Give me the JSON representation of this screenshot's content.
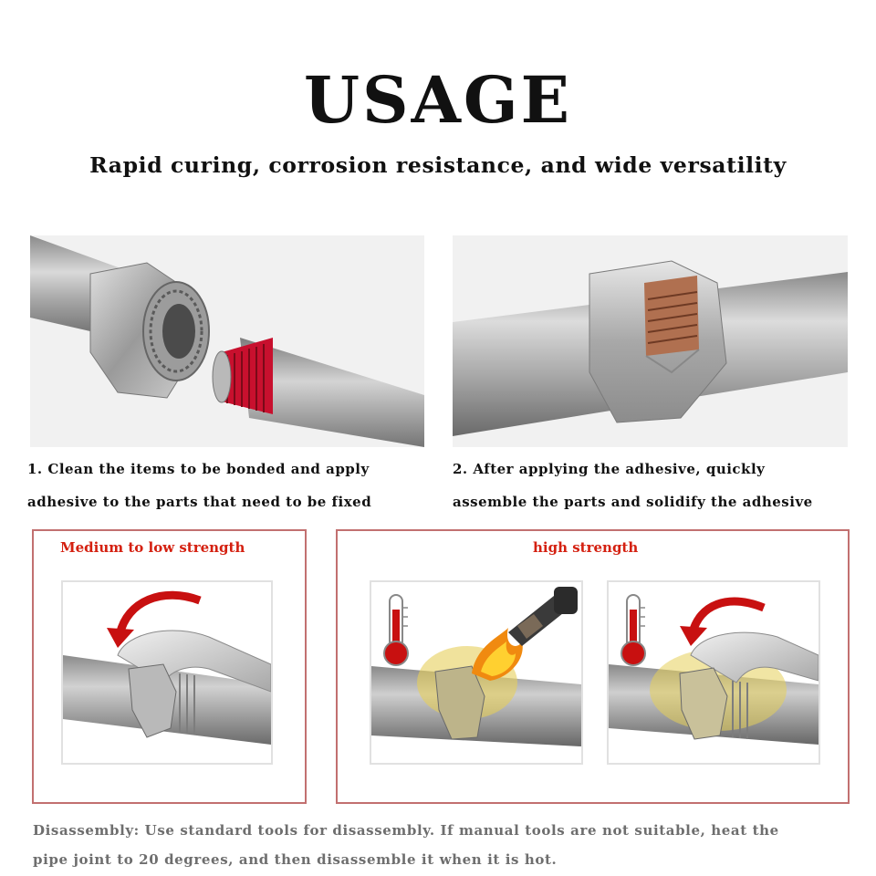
{
  "header": {
    "title": "USAGE",
    "subtitle": "Rapid curing, corrosion resistance, and wide versatility"
  },
  "steps": [
    {
      "line1": "1. Clean the items to be bonded and apply",
      "line2": "adhesive to the parts that need to be fixed"
    },
    {
      "line1": "2. After applying the adhesive, quickly",
      "line2": "assemble the parts and solidify the adhesive"
    }
  ],
  "strength": {
    "medium_label": "Medium to low strength",
    "high_label": "high strength"
  },
  "footer": {
    "line1": "Disassembly: Use standard tools for disassembly. If manual tools are not suitable, heat the",
    "line2": "pipe joint to 20 degrees, and then disassemble it when it is hot."
  },
  "colors": {
    "adhesive_red": "#c8102e",
    "box_border": "#c27070",
    "label_red": "#d42010",
    "thermometer_red": "#c81010",
    "heat_glow": "#e6cf5a"
  }
}
